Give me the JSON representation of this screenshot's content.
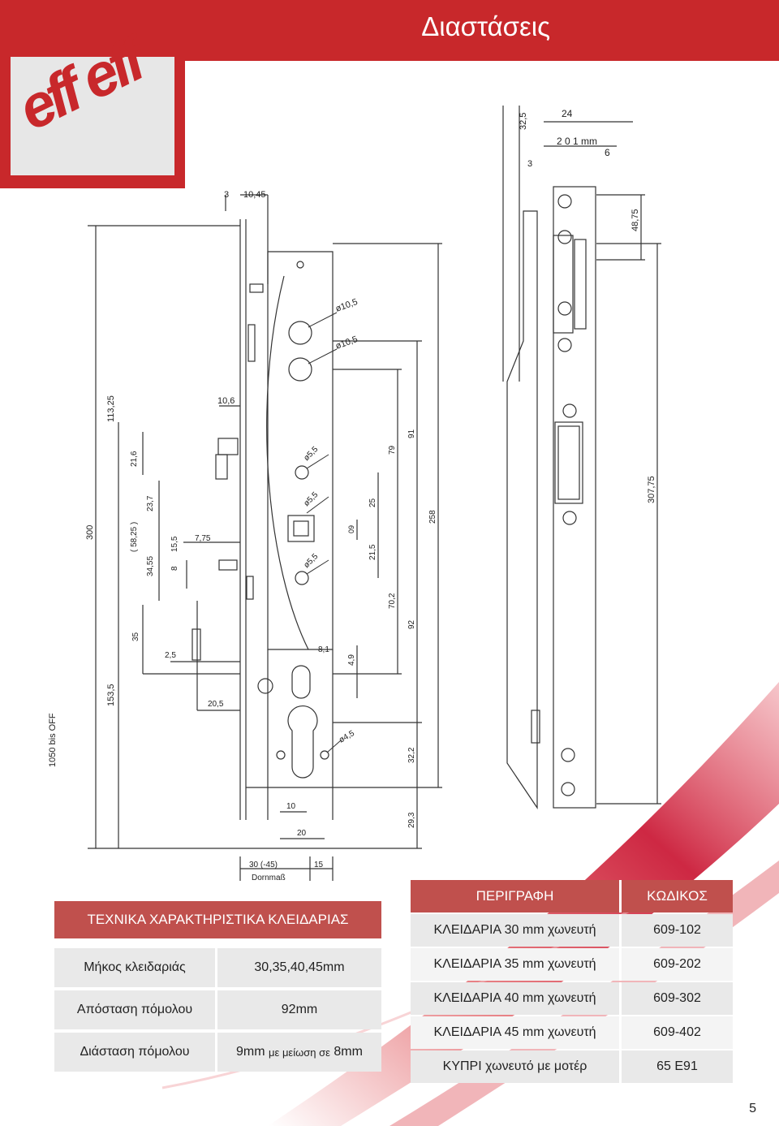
{
  "header": {
    "title": "Διαστάσεις",
    "color": "#c8282b"
  },
  "logo": {
    "text": "eff eff"
  },
  "drawing_labels": {
    "top": [
      "3",
      "10,45"
    ],
    "holes": [
      "ø10,5",
      "ø10,5",
      "ø5,5",
      "ø5,5",
      "ø5,5",
      "ø4,5"
    ],
    "left_dims": [
      "113,25",
      "10,6",
      "21,6",
      "23,7",
      "( 58,25 )",
      "34,55",
      "15,5",
      "8",
      "7,75",
      "300",
      "35",
      "2,5",
      "153,5",
      "20,5",
      "1050 bis OFF"
    ],
    "right_dims": [
      "79",
      "91",
      "25",
      "21,5",
      "70,2",
      "92",
      "258",
      "4,9",
      "8,1",
      "32,2",
      "29,3",
      "10",
      "20"
    ],
    "bottom": [
      "30 (-45)",
      "15",
      "Dornmaß"
    ],
    "strike": [
      "32,5",
      "24",
      "2 0 1 mm",
      "6",
      "3",
      "48,75",
      "307,75"
    ]
  },
  "spec_table": {
    "title": "ΤΕΧΝΙΚΑ ΧΑΡΑΚΤΗΡΙΣΤΙΚΑ ΚΛΕΙΔΑΡΙΑΣ",
    "rows": [
      {
        "label": "Μήκος κλειδαριάς",
        "value": "30,35,40,45mm"
      },
      {
        "label": "Απόσταση πόμολου",
        "value": "92mm"
      },
      {
        "label": "Διάσταση πόμολου",
        "value_a": "9mm",
        "value_b": "με μείωση σε",
        "value_c": "8mm"
      }
    ]
  },
  "code_table": {
    "headers": [
      "ΠΕΡΙΓΡΑΦΗ",
      "ΚΩΔΙΚΟΣ"
    ],
    "rows": [
      {
        "desc": "ΚΛΕΙΔΑΡΙΑ  30 mm χωνευτή",
        "code": "609-102"
      },
      {
        "desc": "ΚΛΕΙΔΑΡΙΑ  35 mm χωνευτή",
        "code": "609-202"
      },
      {
        "desc": "ΚΛΕΙΔΑΡΙΑ  40 mm χωνευτή",
        "code": "609-302"
      },
      {
        "desc": "ΚΛΕΙΔΑΡΙΑ  45 mm χωνευτή",
        "code": "609-402"
      },
      {
        "desc": "ΚΥΠΡΙ χωνευτό με μοτέρ",
        "code": "65 E91"
      }
    ]
  },
  "page_number": "5"
}
